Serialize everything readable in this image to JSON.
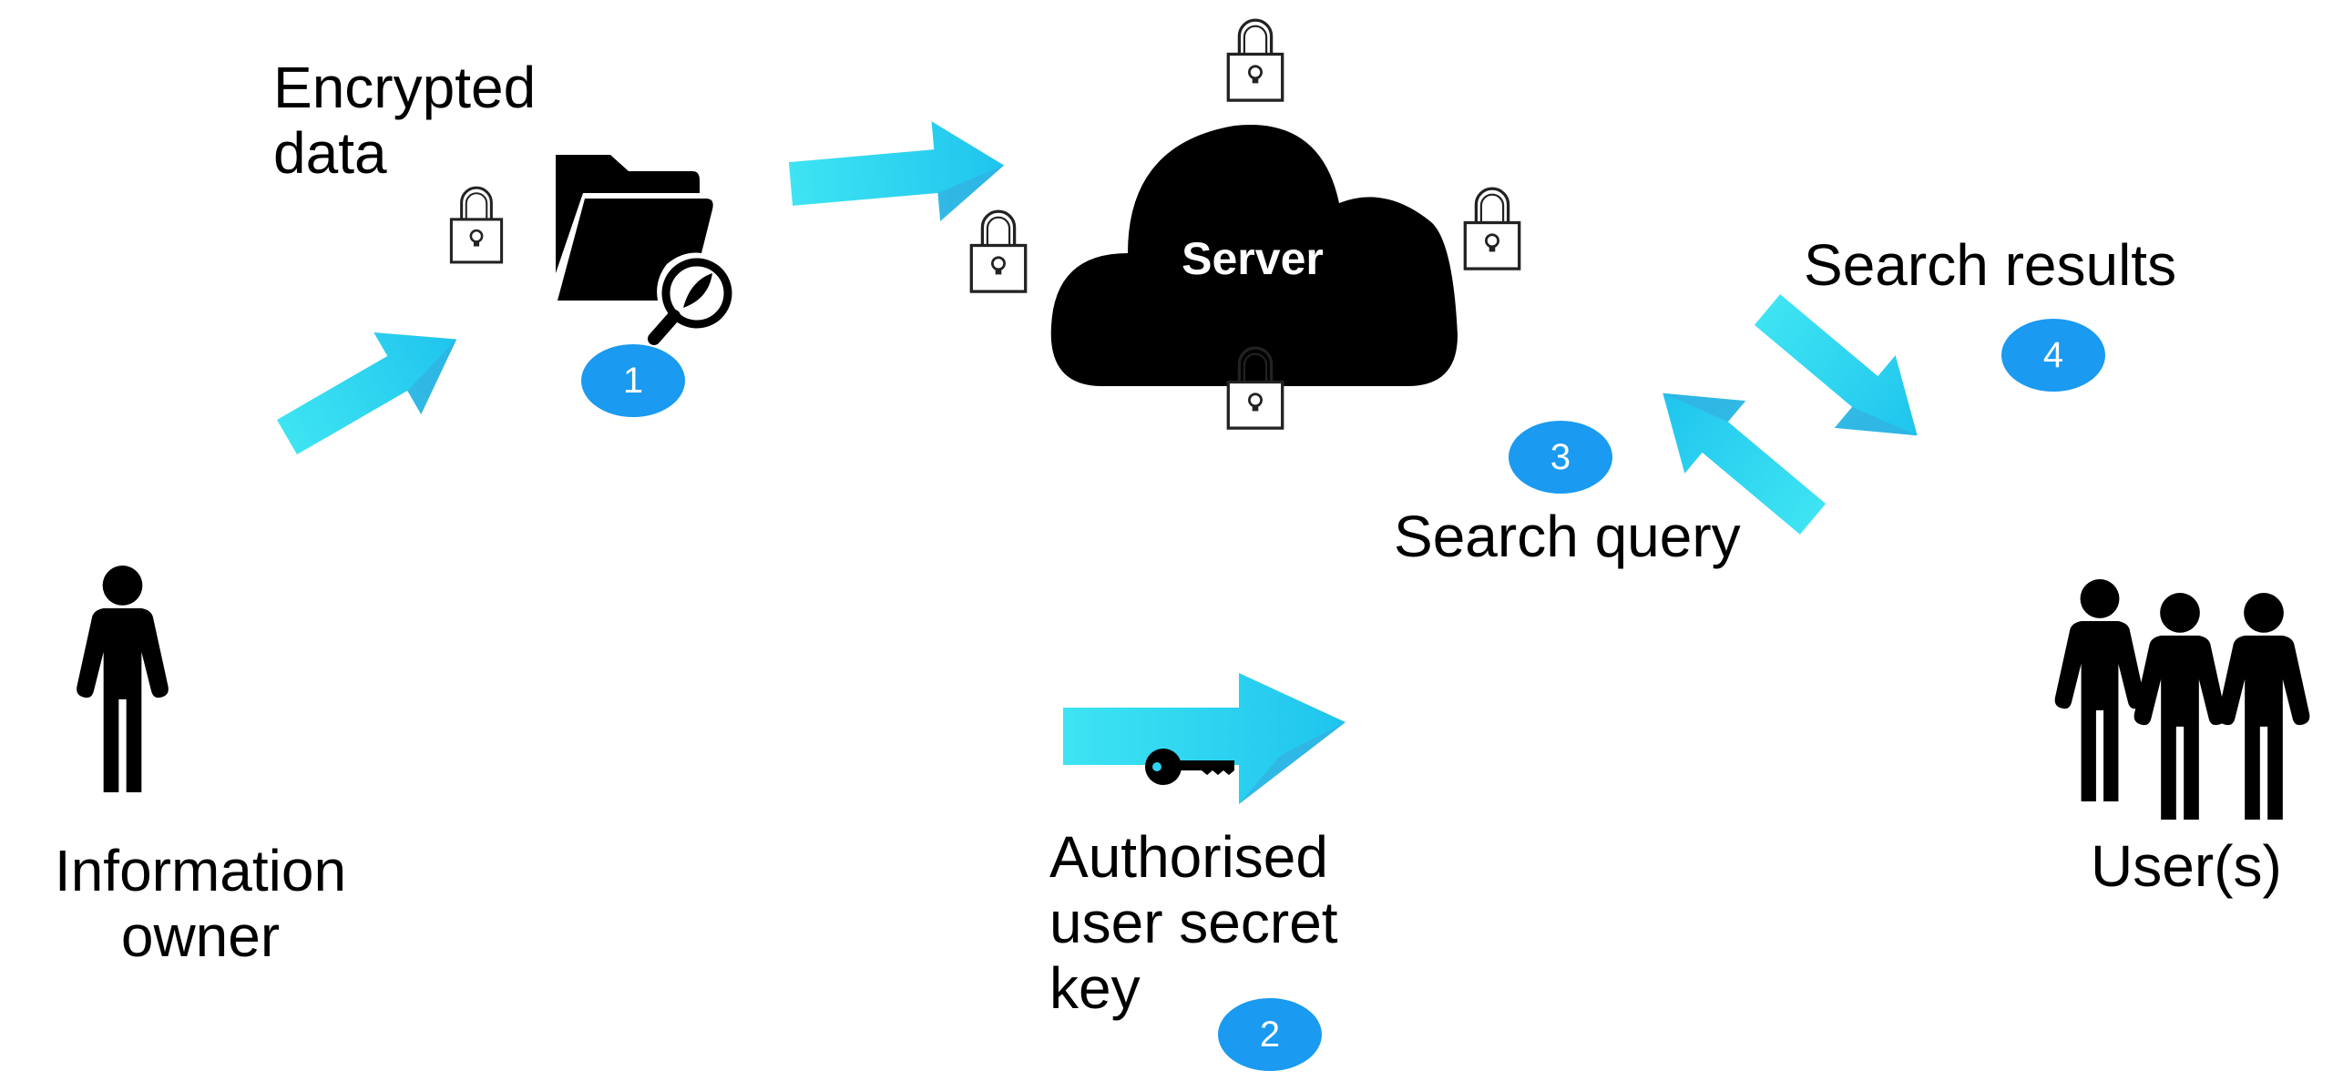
{
  "diagram": {
    "title": "Searchable encryption workflow",
    "colors": {
      "arrow": "#2fd3f0",
      "arrow_shade": "#39a8dc",
      "badge": "#1a9af0",
      "icon": "#000000",
      "background": "#ffffff"
    },
    "actors": {
      "owner": {
        "label_line1": "Information",
        "label_line2": "owner",
        "icon": "person-icon"
      },
      "users": {
        "label": "User(s)",
        "icon": "group-icon"
      },
      "server": {
        "label": "Server",
        "icon": "cloud-icon"
      }
    },
    "encrypted_data": {
      "label_line1": "Encrypted",
      "label_line2": "data",
      "icon": "folder-search-icon"
    },
    "secret_key": {
      "label_line1": "Authorised",
      "label_line2": "user secret",
      "label_line3": "key",
      "icon": "key-icon"
    },
    "search_query": {
      "label": "Search query"
    },
    "search_results": {
      "label": "Search results"
    },
    "steps": [
      {
        "number": "1",
        "description": "Encrypted data"
      },
      {
        "number": "2",
        "description": "Authorised user secret key"
      },
      {
        "number": "3",
        "description": "Search query"
      },
      {
        "number": "4",
        "description": "Search results"
      }
    ],
    "locks": [
      "lock-icon",
      "lock-icon",
      "lock-icon",
      "lock-icon",
      "lock-icon"
    ]
  }
}
